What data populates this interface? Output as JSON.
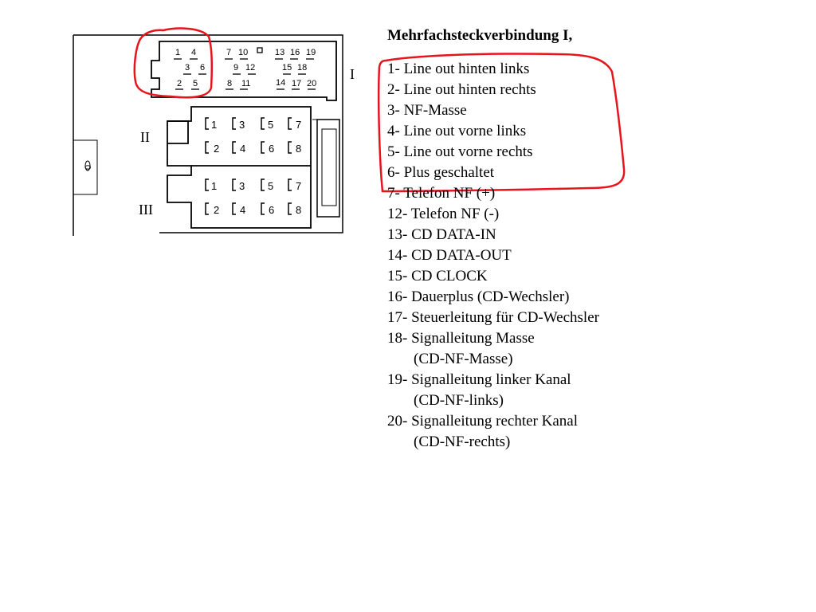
{
  "connector": {
    "label_roman_I": "I",
    "label_roman_II": "II",
    "label_roman_III": "III",
    "block_I": {
      "row1_left": [
        "1",
        "4"
      ],
      "row2_left": [
        "3",
        "6"
      ],
      "row3_left": [
        "2",
        "5"
      ],
      "row1_mid": [
        "7",
        "10"
      ],
      "row2_mid": [
        "9",
        "12"
      ],
      "row3_mid": [
        "8",
        "11"
      ],
      "row1_right": [
        "13",
        "16",
        "19"
      ],
      "row2_right": [
        "15",
        "18"
      ],
      "row3_right": [
        "14",
        "17",
        "20"
      ]
    },
    "block_II": {
      "top": [
        "1",
        "3",
        "5",
        "7"
      ],
      "bottom": [
        "2",
        "4",
        "6",
        "8"
      ]
    },
    "block_III": {
      "top": [
        "1",
        "3",
        "5",
        "7"
      ],
      "bottom": [
        "2",
        "4",
        "6",
        "8"
      ]
    },
    "side_glyph": "0",
    "highlight_color": "#e8141c"
  },
  "legend": {
    "title": "Mehrfachsteckverbindung I,",
    "lines": [
      "1- Line out hinten links",
      "2- Line out hinten rechts",
      "3- NF-Masse",
      "4- Line out vorne links",
      "5- Line out vorne rechts",
      "6- Plus geschaltet",
      "7- Telefon NF (+)",
      "12- Telefon NF (-)",
      "13- CD DATA-IN",
      "14- CD DATA-OUT",
      "15- CD CLOCK",
      "16- Dauerplus (CD-Wechsler)",
      "17- Steuerleitung für CD-Wechsler",
      "18- Signalleitung Masse",
      "(CD-NF-Masse)",
      "19- Signalleitung linker Kanal",
      "(CD-NF-links)",
      "20- Signalleitung rechter Kanal",
      "(CD-NF-rechts)"
    ]
  }
}
